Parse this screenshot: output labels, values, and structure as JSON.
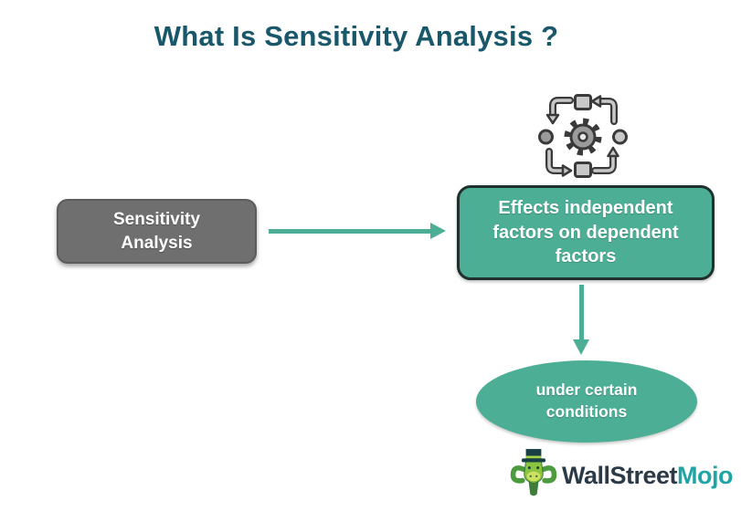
{
  "title": {
    "text": "What Is Sensitivity Analysis ?",
    "color": "#19586A"
  },
  "flow": {
    "source_box": {
      "label": "Sensitivity Analysis",
      "fill": "#6F6F6F",
      "border_color": "#5B5C5E",
      "text_color": "#FFFFFF"
    },
    "process_icon": {
      "name": "process-cycle-icon",
      "description": "gear surrounded by squares, circles and cycle arrows"
    },
    "effect_box": {
      "label": "Effects independent factors on dependent factors",
      "fill": "#4DAE96",
      "border_color": "#20302E",
      "text_color": "#FFFFFF"
    },
    "condition_ellipse": {
      "label": "under certain conditions",
      "fill": "#4DAE96",
      "text_color": "#FFFFFF"
    },
    "arrow_color": "#4DAE96"
  },
  "footer": {
    "logo": {
      "mascot_icon": "wallstreetmojo-bull-mascot-icon",
      "brand_primary": "WallStreet",
      "brand_secondary": "Mojo",
      "primary_color": "#2C3A47",
      "secondary_color": "#1FA5A5"
    }
  }
}
